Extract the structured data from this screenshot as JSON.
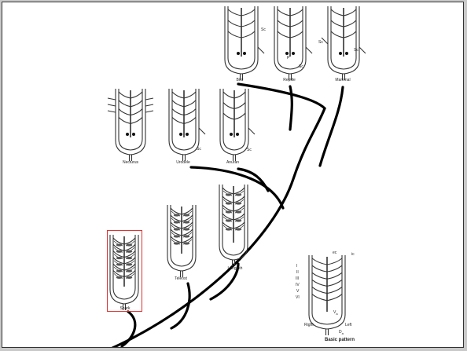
{
  "colors": {
    "branch": "#000000",
    "arch": "#333333",
    "highlight": "#dd3333",
    "frame": "#333333"
  },
  "organisms": {
    "bird": "Bird",
    "reptile": "Reptile",
    "mammal": "Mammal",
    "necturus": "Necturus",
    "urodele": "Urodele",
    "anuran": "Anuran",
    "teleost": "Teleost",
    "lungfish": "Lungfish",
    "shark": "Shark"
  },
  "basic_pattern": {
    "title": "Basic pattern",
    "right": "Right",
    "left": "Left",
    "ec": "ec",
    "ic": "ic",
    "arch_numerals": [
      "I",
      "II",
      "III",
      "IV",
      "V",
      "VI"
    ],
    "ventral_aorta": "V",
    "ventral_aorta_sub": "a",
    "dorsal_aorta": "D",
    "dorsal_aorta_sub": "a"
  },
  "small_labels": {
    "sc": "Sc",
    "p": "P"
  }
}
